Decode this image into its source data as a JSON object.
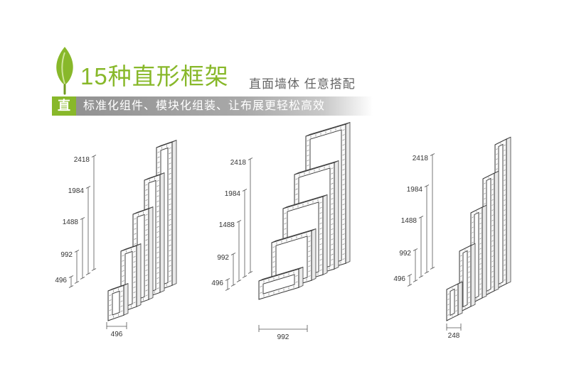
{
  "header": {
    "title": "15种直形框架",
    "subtitle": "直面墙体 任意搭配",
    "badge": "直",
    "tagline": "标准化组件、模块化组装、让布展更轻松高效",
    "accent_color": "#88b82a",
    "bar_color": "#9a9a9a",
    "leaf_icon": "leaf-icon"
  },
  "figures": [
    {
      "height_labels": [
        "2418",
        "1984",
        "1488",
        "992",
        "496"
      ],
      "width_label": "496"
    },
    {
      "height_labels": [
        "2418",
        "1984",
        "1488",
        "992",
        "496"
      ],
      "width_label": "992"
    },
    {
      "height_labels": [
        "2418",
        "1984",
        "1488",
        "992",
        "496"
      ],
      "width_label": "248"
    }
  ]
}
